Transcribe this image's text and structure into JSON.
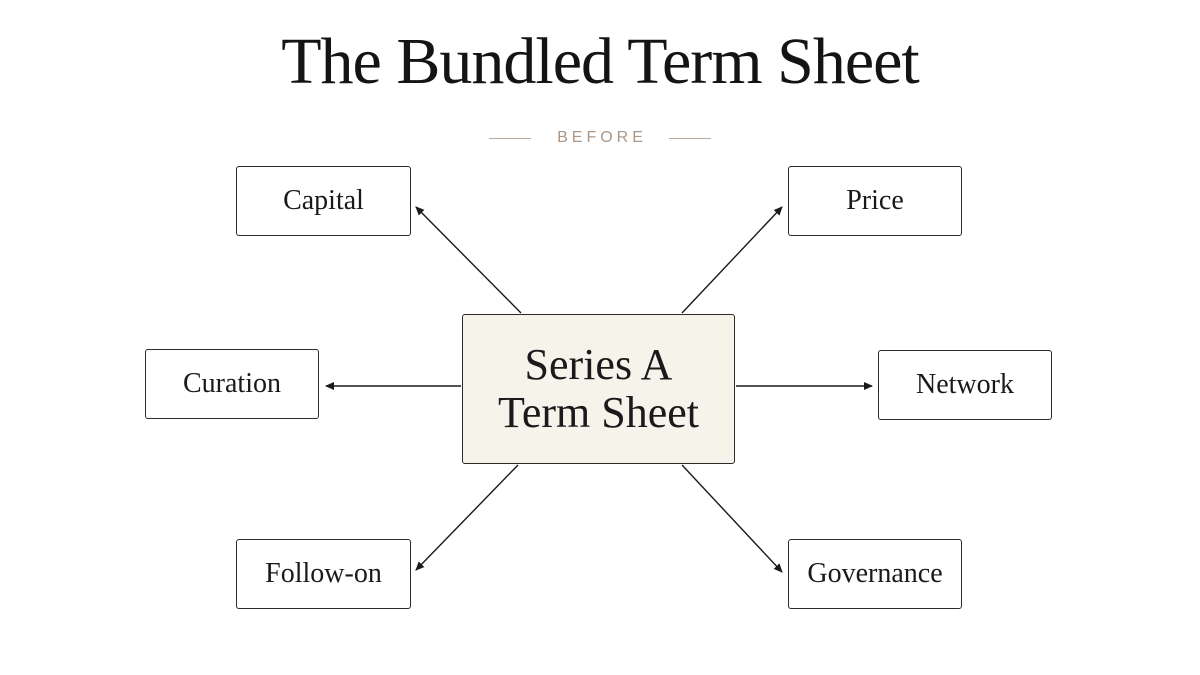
{
  "title": "The Bundled Term Sheet",
  "subtitle": "BEFORE",
  "center": {
    "line1": "Series A",
    "line2": "Term Sheet"
  },
  "nodes": {
    "capital": "Capital",
    "price": "Price",
    "curation": "Curation",
    "network": "Network",
    "follow_on": "Follow-on",
    "governance": "Governance"
  },
  "colors": {
    "center_fill": "#f6f3eb",
    "subtitle_accent": "#ad9683",
    "stroke": "#2a2a2a"
  }
}
